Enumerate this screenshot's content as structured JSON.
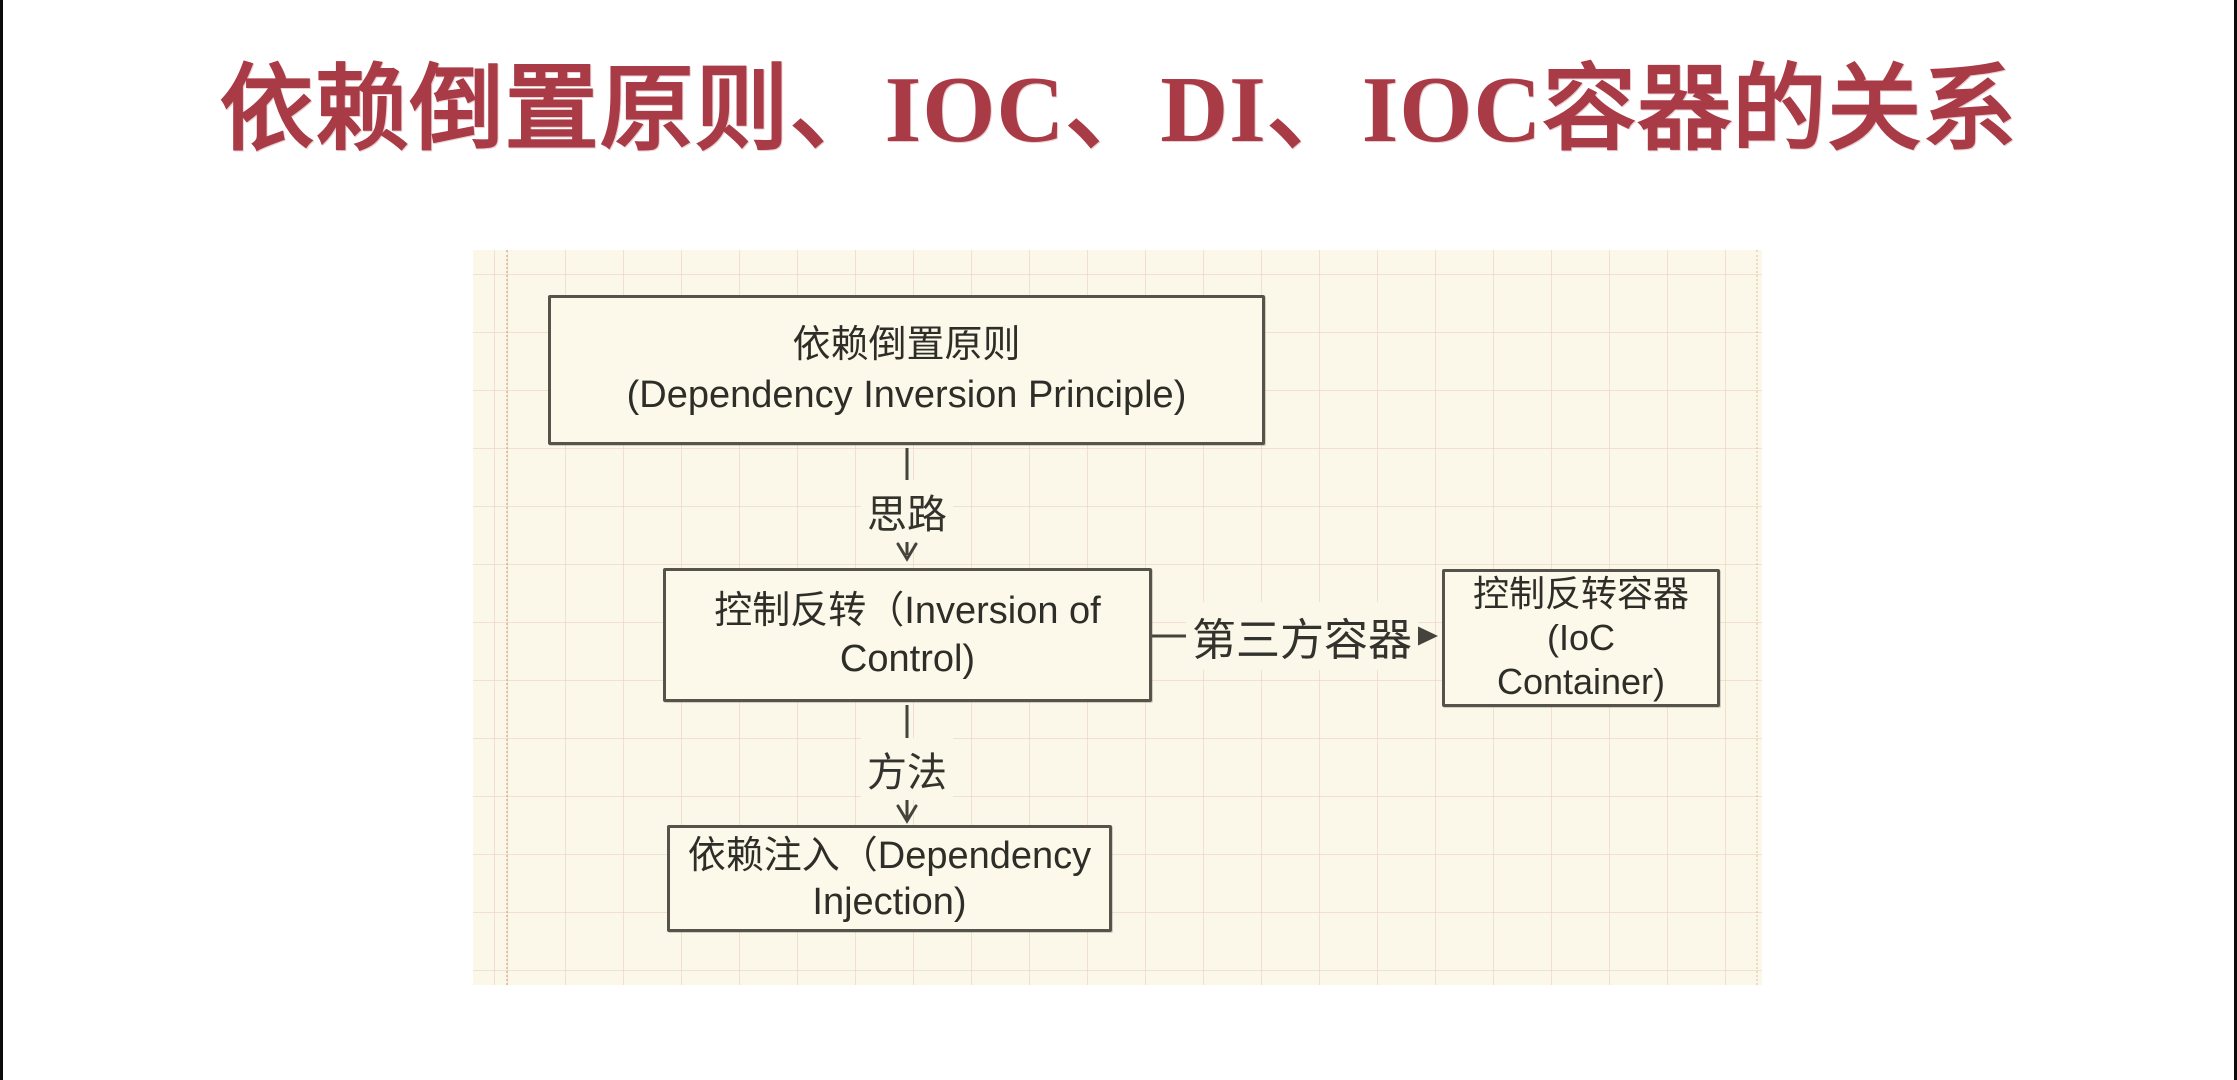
{
  "page": {
    "title": "依赖倒置原则、IOC、DI、IOC容器的关系",
    "title_color": "#a83b46"
  },
  "diagram": {
    "boxes": {
      "dip": {
        "name": "依赖倒置原则 (Dependency Inversion Principle)",
        "lines": [
          "依赖倒置原则",
          "(Dependency Inversion Principle)"
        ]
      },
      "ioc": {
        "name": "控制反转 (Inversion of Control)",
        "lines": [
          "控制反转（Inversion of",
          "Control)"
        ]
      },
      "ioc_container": {
        "name": "控制反转容器 (IoC Container)",
        "lines": [
          "控制反转容器",
          "(IoC",
          "Container)"
        ]
      },
      "di": {
        "name": "依赖注入 (Dependency Injection)",
        "lines": [
          "依赖注入（Dependency",
          "Injection)"
        ]
      }
    },
    "edge_labels": {
      "silu": "思路",
      "fangfa": "方法",
      "third_party": "第三方容器"
    },
    "colors": {
      "panel_bg": "#fbf8e9",
      "grid_line": "#e9cdb6",
      "box_border": "#56544a",
      "box_text": "#2e2d28",
      "connector": "#45443c",
      "edge_strip": "#0b0b0b"
    }
  }
}
